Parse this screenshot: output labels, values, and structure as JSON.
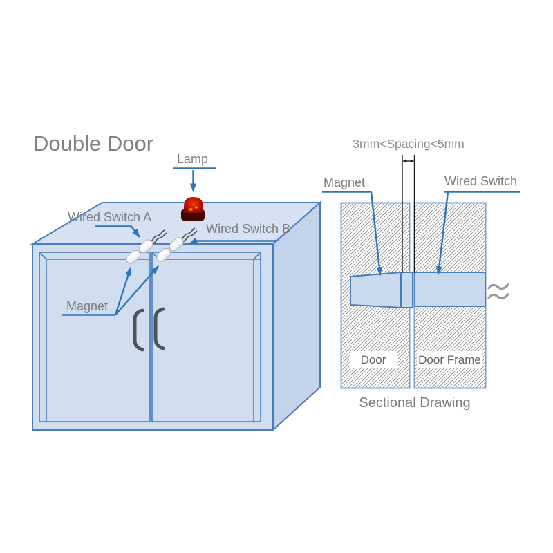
{
  "title": "Double Door",
  "colors": {
    "cabinet_fill": "#cfddef",
    "cabinet_top_fill": "#d6e2f2",
    "cabinet_side_fill": "#c3d3e9",
    "cabinet_stroke": "#4a7cbc",
    "leader_blue": "#2e75b6",
    "label_gray": "#7c7c7c",
    "hatch_gray": "#8f8f8f",
    "lamp_red": "#c41400",
    "lamp_base": "#3f0500",
    "handle_gray": "#4d5257"
  },
  "left_diagram": {
    "lamp": "Lamp",
    "wired_switch_a": "Wired Switch A",
    "wired_switch_b": "Wired Switch B",
    "magnet": "Magnet"
  },
  "section": {
    "spacing": "3mm<Spacing<5mm",
    "magnet": "Magnet",
    "wired_switch": "Wired Switch",
    "door": "Door",
    "door_frame": "Door Frame",
    "caption": "Sectional Drawing"
  }
}
